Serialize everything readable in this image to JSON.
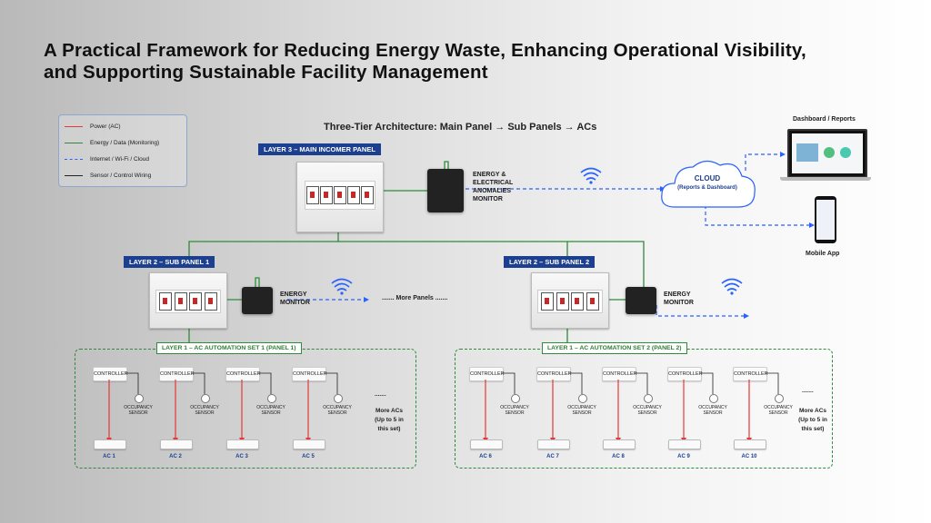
{
  "title": {
    "line1": "A Practical Framework for Reducing Energy Waste, Enhancing Operational Visibility,",
    "line2": "and Supporting Sustainable Facility Management"
  },
  "legend": [
    {
      "label": "Power (AC)",
      "color": "#e53935",
      "style": "solid"
    },
    {
      "label": "Energy / Data (Monitoring)",
      "color": "#2e8b3c",
      "style": "solid"
    },
    {
      "label": "Internet / Wi-Fi / Cloud",
      "color": "#2962ff",
      "style": "dashed"
    },
    {
      "label": "Sensor / Control Wiring",
      "color": "#222222",
      "style": "solid"
    }
  ],
  "architecture_title": "Three-Tier Architecture: Main Panel → Sub Panels → ACs",
  "layer3": {
    "label": "LAYER 3 – MAIN INCOMER PANEL",
    "monitor_line1": "ENERGY &",
    "monitor_line2": "ELECTRICAL",
    "monitor_line3": "ANOMALIES",
    "monitor_line4": "MONITOR"
  },
  "cloud": {
    "title": "CLOUD",
    "subtitle": "(Reports & Dashboard)"
  },
  "dashboard_label": "Dashboard / Reports",
  "mobile_label": "Mobile App",
  "sub1": {
    "label": "LAYER 2 – SUB PANEL 1",
    "mon1": "ENERGY",
    "mon2": "MONITOR"
  },
  "sub2": {
    "label": "LAYER 2 – SUB PANEL 2",
    "mon1": "ENERGY",
    "mon2": "MONITOR"
  },
  "more_panels": "....... More Panels .......",
  "set1": {
    "label": "LAYER 1 – AC AUTOMATION SET 1 (PANEL 1)",
    "acs": [
      "AC 1",
      "AC 2",
      "AC 3",
      "AC 5"
    ],
    "more_dots": ".......",
    "more": [
      "More ACs",
      "(Up to 5 in",
      "this set)"
    ]
  },
  "set2": {
    "label": "LAYER 1 – AC AUTOMATION SET 2 (PANEL 2)",
    "acs": [
      "AC 6",
      "AC 7",
      "AC 8",
      "AC 9",
      "AC 10"
    ],
    "more_dots": ".......",
    "more": [
      "More ACs",
      "(Up to 5 in",
      "this set)"
    ]
  },
  "controller_label": "CONTROLLER",
  "sensor_line1": "OCCUPANCY",
  "sensor_line2": "SENSOR"
}
